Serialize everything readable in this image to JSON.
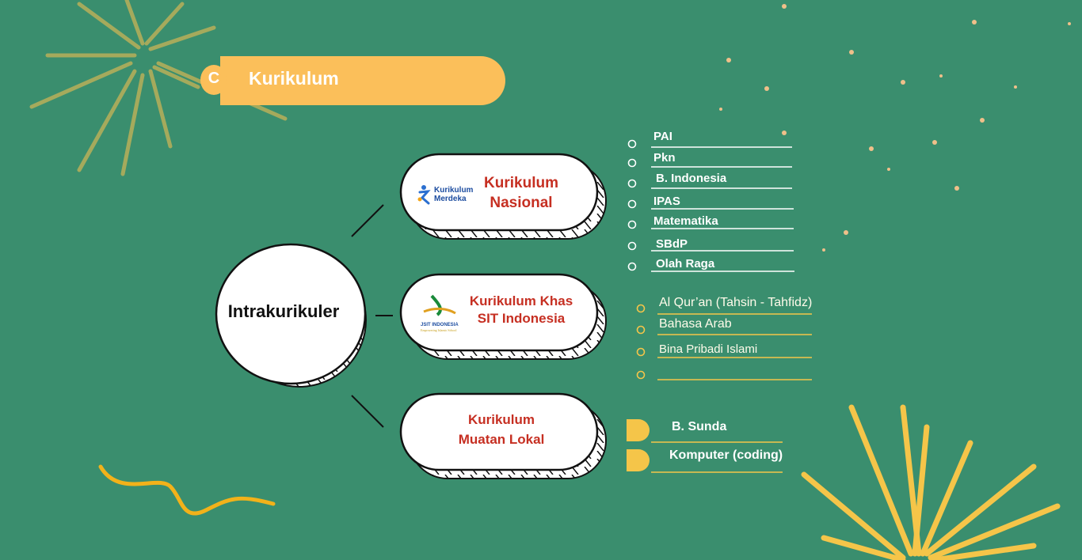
{
  "header": {
    "badge": "C",
    "title": "Kurikulum"
  },
  "root": {
    "label": "Intrakurikuler"
  },
  "nodes": [
    {
      "id": "nasional",
      "label_line1": "Kurikulum",
      "label_line2": "Nasional",
      "logo": {
        "name": "kurikulum-merdeka-logo",
        "line1": "Kurikulum",
        "line2": "Merdeka"
      }
    },
    {
      "id": "khas",
      "label_line1": "Kurikulum Khas",
      "label_line2": "SIT Indonesia",
      "logo": {
        "name": "jsit-indonesia-logo"
      }
    },
    {
      "id": "lokal",
      "label_line1": "Kurikulum",
      "label_line2": "Muatan Lokal"
    }
  ],
  "nasional_items": [
    "PAI",
    "Pkn",
    "B. Indonesia",
    "IPAS",
    "Matematika",
    "SBdP",
    "Olah Raga"
  ],
  "khas_items": [
    "Al Qur’an (Tahsin - Tahfidz)",
    "Bahasa Arab",
    "Bina Pribadi Islami",
    ""
  ],
  "lokal_items": [
    "B. Sunda",
    "Komputer (coding)"
  ],
  "colors": {
    "background": "#3a8e6e",
    "accent": "#fbbf5a",
    "node_text": "#c62f22"
  }
}
